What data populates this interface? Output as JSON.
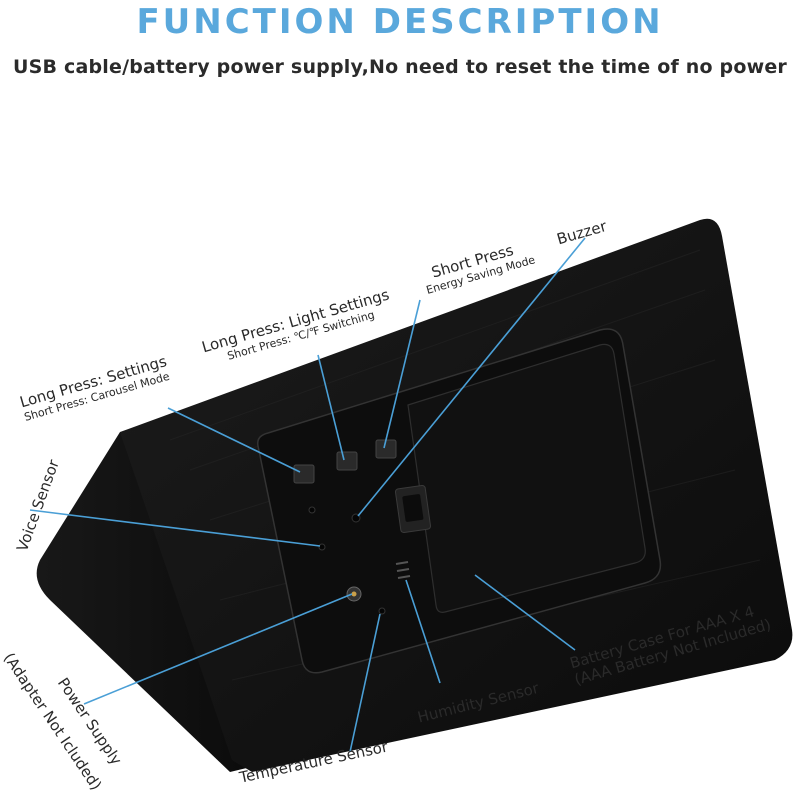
{
  "header": {
    "title": "FUNCTION DESCRIPTION",
    "subtitle": "USB cable/battery power supply,No need to reset the time of no power"
  },
  "callouts": {
    "settings": {
      "main": "Long Press: Settings",
      "sub": "Short Press: Carousel Mode"
    },
    "light": {
      "main": "Long Press: Light Settings",
      "sub": "Short Press: ℃/℉ Switching"
    },
    "energy": {
      "main": "Short Press",
      "sub": "Energy Saving Mode"
    },
    "buzzer": "Buzzer",
    "voice_sensor": "Voice Sensor",
    "power_supply_1": "Power Supply",
    "power_supply_2": "(Adapter Not Icluded)",
    "temperature_sensor": "Temperature Sensor",
    "humidity_sensor": "Humidity Sensor",
    "battery_case_1": "Battery Case For AAA X 4",
    "battery_case_2": "(AAA Battery Not Included)"
  },
  "colors": {
    "title": "#5aa8dc",
    "device_body": "#111111",
    "leader_lines": "#4a9fd6"
  }
}
